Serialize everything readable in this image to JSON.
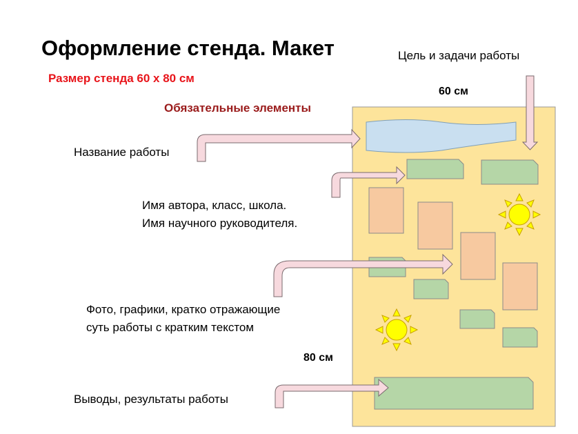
{
  "title": "Оформление стенда. Макет",
  "size_label": "Размер стенда 60 х 80 см",
  "required_label": "Обязательные элементы",
  "width_label": "60 см",
  "height_label": "80 см",
  "goal_label": "Цель и задачи работы",
  "name_label": "Название работы",
  "author_lines": [
    "Имя автора, класс, школа.",
    "Имя научного руководителя."
  ],
  "photo_lines": [
    "Фото, графики, кратко отражающие",
    "суть работы с кратким текстом"
  ],
  "conclusion_label": "Выводы, результаты работы",
  "colors": {
    "board": "#fde49b",
    "banner": "#c9dff0",
    "green_block": "#b5d6a7",
    "photo_block": "#f7c9a0",
    "arrow_fill": "#f7d9de",
    "sun": "#ffff00"
  }
}
